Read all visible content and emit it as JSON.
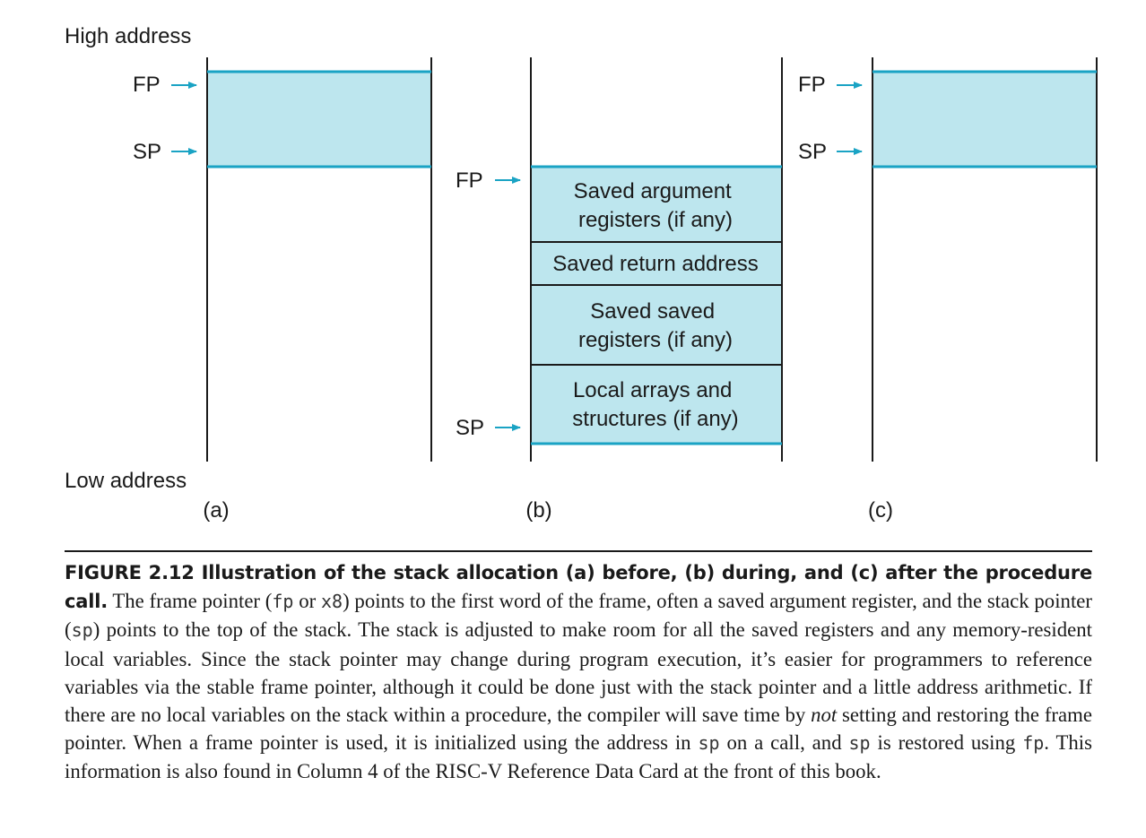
{
  "diagram": {
    "high_address_label": "High address",
    "low_address_label": "Low address",
    "colors": {
      "frame_fill": "#bde6ee",
      "pointer": "#1aa3c4",
      "line": "#1a1a1a"
    },
    "panels": {
      "a": {
        "label": "(a)",
        "fp": "FP",
        "sp": "SP"
      },
      "b": {
        "label": "(b)",
        "fp": "FP",
        "sp": "SP",
        "cells": [
          {
            "lines": [
              "Saved argument",
              "registers (if any)"
            ]
          },
          {
            "lines": [
              "Saved return address"
            ]
          },
          {
            "lines": [
              "Saved saved",
              "registers (if any)"
            ]
          },
          {
            "lines": [
              "Local arrays and",
              "structures (if any)"
            ]
          }
        ]
      },
      "c": {
        "label": "(c)",
        "fp": "FP",
        "sp": "SP"
      }
    }
  },
  "caption": {
    "heading": "FIGURE 2.12   Illustration of the stack allocation (a) before, (b) during, and (c) after the procedure call.",
    "t1": " The frame pointer (",
    "c1": "fp",
    "t2": " or ",
    "c2": "x8",
    "t3": ") points to the first word of the frame, often a saved argument register, and the stack pointer (",
    "c3": "sp",
    "t4": ") points to the top of the stack. The stack is adjusted to make room for all the saved registers and any memory-resident local variables. Since the stack pointer may change during program execution, it’s easier for programmers to reference variables via the stable frame pointer, although it could be done just with the stack pointer and a little address arithmetic. If there are no local variables on the stack within a procedure, the compiler will save time by ",
    "em": "not",
    "t5": " setting and restoring the frame pointer. When a frame pointer is used, it is initialized using the address in ",
    "c4": "sp",
    "t6": " on a call, and ",
    "c5": "sp",
    "t7": " is restored using ",
    "c6": "fp",
    "t8": ". This information is also found in Column 4 of the RISC-V Reference Data Card at the front of this book."
  }
}
